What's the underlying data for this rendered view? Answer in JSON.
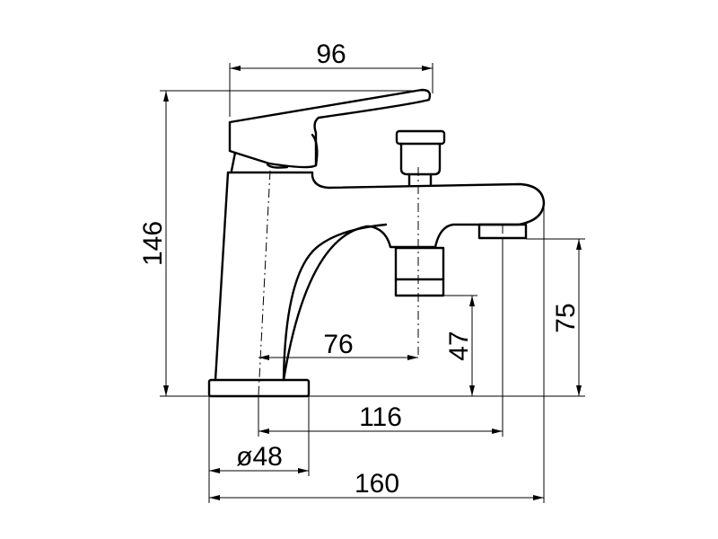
{
  "dimensions": {
    "spout_width": "96",
    "total_height": "146",
    "spout_reach": "76",
    "diverter_height": "47",
    "outlet_height": "75",
    "outlet_distance": "116",
    "base_diameter": "ø48",
    "overall_length": "160"
  }
}
